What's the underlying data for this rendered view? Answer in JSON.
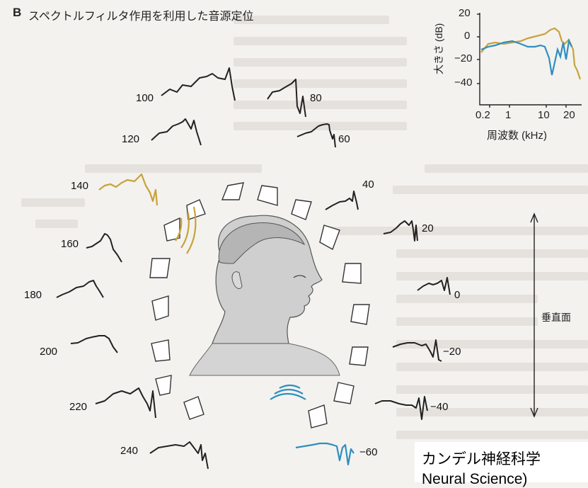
{
  "figure": {
    "panel_label": "B",
    "title": "スペクトルフィルタ作用を利用した音源定位",
    "vertical_plane_label": "垂直面"
  },
  "elevations": [
    {
      "label": "100"
    },
    {
      "label": "80"
    },
    {
      "label": "120"
    },
    {
      "label": "60"
    },
    {
      "label": "140"
    },
    {
      "label": "40"
    },
    {
      "label": "160"
    },
    {
      "label": "20"
    },
    {
      "label": "180"
    },
    {
      "label": "0"
    },
    {
      "label": "200"
    },
    {
      "label": "−20"
    },
    {
      "label": "220"
    },
    {
      "label": "−40"
    },
    {
      "label": "240"
    },
    {
      "label": "−60"
    }
  ],
  "inset": {
    "ylabel": "大きさ (dB)",
    "xlabel": "周波数 (kHz)",
    "yticks": [
      "20",
      "0",
      "−20",
      "−40"
    ],
    "xticks": [
      "0.2",
      "1",
      "10",
      "20"
    ],
    "colors": {
      "blue": "#2f8fc0",
      "gold": "#c8a23a"
    }
  },
  "caption": {
    "line1": "カンデル神経科学",
    "line2": "Neural Science)"
  }
}
